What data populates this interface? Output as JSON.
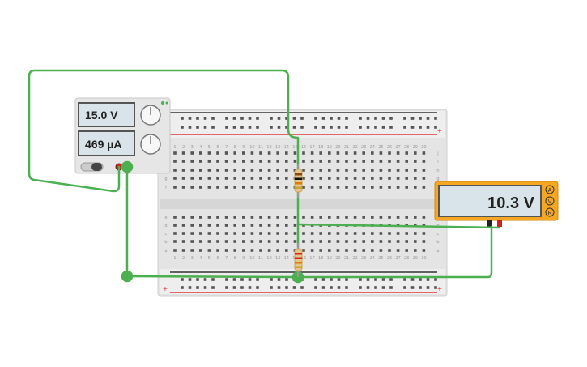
{
  "power_supply": {
    "voltage_display": "15.0 V",
    "current_display": "469 µA",
    "screen_color": "#d9e3ea",
    "body_color": "#e6e6e6",
    "indicator_color": "#4caf50"
  },
  "multimeter": {
    "reading": "10.3 V",
    "modes": [
      "A",
      "V",
      "R"
    ],
    "selected_mode": "V",
    "body_color": "#f5a623",
    "screen_color": "#d9e3ea"
  },
  "breadboard": {
    "column_numbers": [
      "1",
      "2",
      "3",
      "4",
      "5",
      "6",
      "7",
      "8",
      "9",
      "10",
      "11",
      "12",
      "13",
      "14",
      "15",
      "16",
      "17",
      "18",
      "19",
      "20",
      "21",
      "22",
      "23",
      "24",
      "25",
      "26",
      "27",
      "28",
      "29",
      "30"
    ],
    "top_row_letters": [
      "j",
      "i",
      "h",
      "g",
      "f"
    ],
    "bottom_row_letters": [
      "e",
      "d",
      "c",
      "b",
      "a"
    ],
    "rail_plus": "+",
    "rail_minus": "−",
    "rail_red": "#d83b3b",
    "rail_black": "#333333"
  },
  "wire_color": "#4caf50",
  "resistors": [
    {
      "name": "resistor-top",
      "bands": [
        "#8b4513",
        "#111111",
        "#e07a00",
        "#c9a227"
      ]
    },
    {
      "name": "resistor-bottom",
      "bands": [
        "#e02020",
        "#e02020",
        "#e07a00",
        "#c9a227"
      ]
    }
  ]
}
